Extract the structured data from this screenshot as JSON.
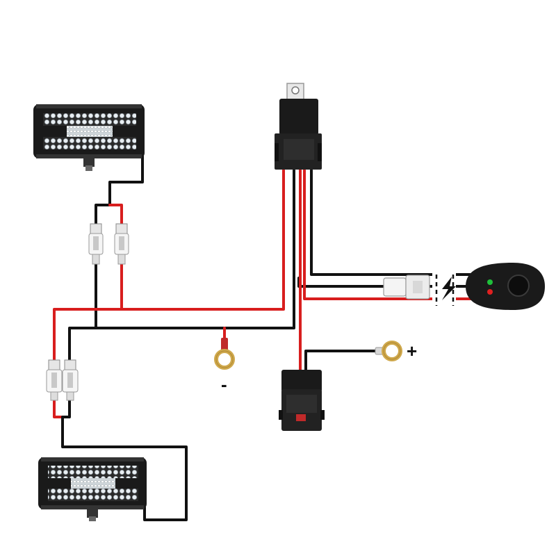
{
  "labels": {
    "positive": "+",
    "negative": "-"
  },
  "colors": {
    "wire_black": "#111111",
    "wire_red": "#d81e1e",
    "housing_black": "#1a1a1a",
    "brass_ring": "#d9b45a",
    "led_green": "#1fbf3a",
    "led_red": "#e02020",
    "connector_white": "#f2f2f2"
  },
  "components": {
    "light_bar_top": "led-light-bar",
    "light_bar_bottom": "led-light-bar",
    "relay": "relay",
    "fuse_holder": "fuse-holder",
    "switch": "rocker-switch",
    "power_icon": "lightning-bolt-icon"
  }
}
